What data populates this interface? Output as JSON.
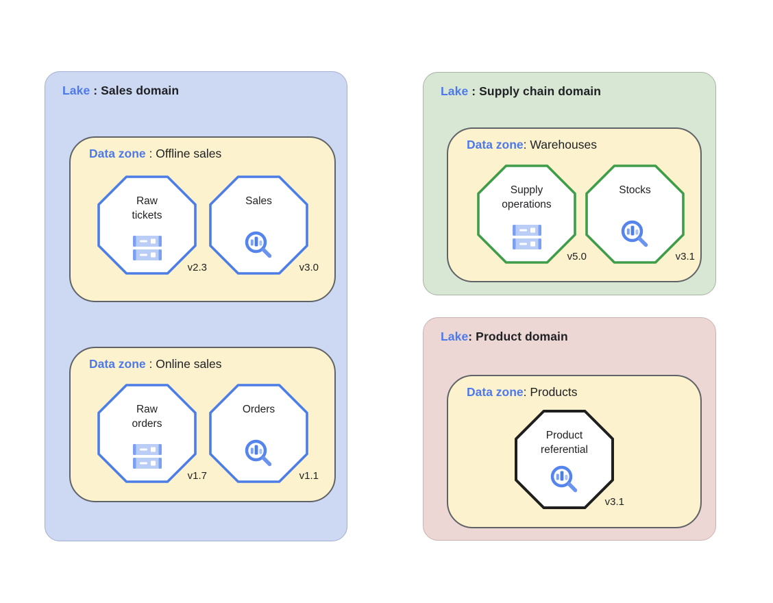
{
  "diagram": {
    "lakes": [
      {
        "keyword": "Lake",
        "title_rest": " : Sales domain",
        "zones": [
          {
            "keyword": "Data zone",
            "title_rest": " : Offline sales",
            "nodes": [
              {
                "label": "Raw\ntickets",
                "version": "v2.3",
                "icon": "storage-icon",
                "border_color": "#4c7ce6"
              },
              {
                "label": "Sales",
                "version": "v3.0",
                "icon": "analytics-search-icon",
                "border_color": "#4c7ce6"
              }
            ]
          },
          {
            "keyword": "Data zone",
            "title_rest": " : Online sales",
            "nodes": [
              {
                "label": "Raw\norders",
                "version": "v1.7",
                "icon": "storage-icon",
                "border_color": "#4c7ce6"
              },
              {
                "label": "Orders",
                "version": "v1.1",
                "icon": "analytics-search-icon",
                "border_color": "#4c7ce6"
              }
            ]
          }
        ]
      },
      {
        "keyword": "Lake",
        "title_rest": " : Supply chain domain",
        "zones": [
          {
            "keyword": "Data zone",
            "title_rest": ": Warehouses",
            "nodes": [
              {
                "label": "Supply\noperations",
                "version": "v5.0",
                "icon": "storage-icon",
                "border_color": "#3f9d49"
              },
              {
                "label": "Stocks",
                "version": "v3.1",
                "icon": "analytics-search-icon",
                "border_color": "#3f9d49"
              }
            ]
          }
        ]
      },
      {
        "keyword": "Lake",
        "title_rest": ": Product domain",
        "zones": [
          {
            "keyword": "Data zone",
            "title_rest": ": Products",
            "nodes": [
              {
                "label": "Product\nreferential",
                "version": "v3.1",
                "icon": "analytics-search-icon",
                "border_color": "#1f1f1f"
              }
            ]
          }
        ]
      }
    ],
    "colors": {
      "keyword_blue": "#4e79ea",
      "lake_sales_bg": "#cdd9f3",
      "lake_supply_bg": "#d8e6d4",
      "lake_product_bg": "#ecd7d5",
      "zone_bg": "#fcf2cd",
      "zone_border": "#5f6368",
      "node_blue": "#4c7ce6",
      "node_green": "#3f9d49",
      "node_black": "#1f1f1f",
      "text": "#202124"
    }
  }
}
